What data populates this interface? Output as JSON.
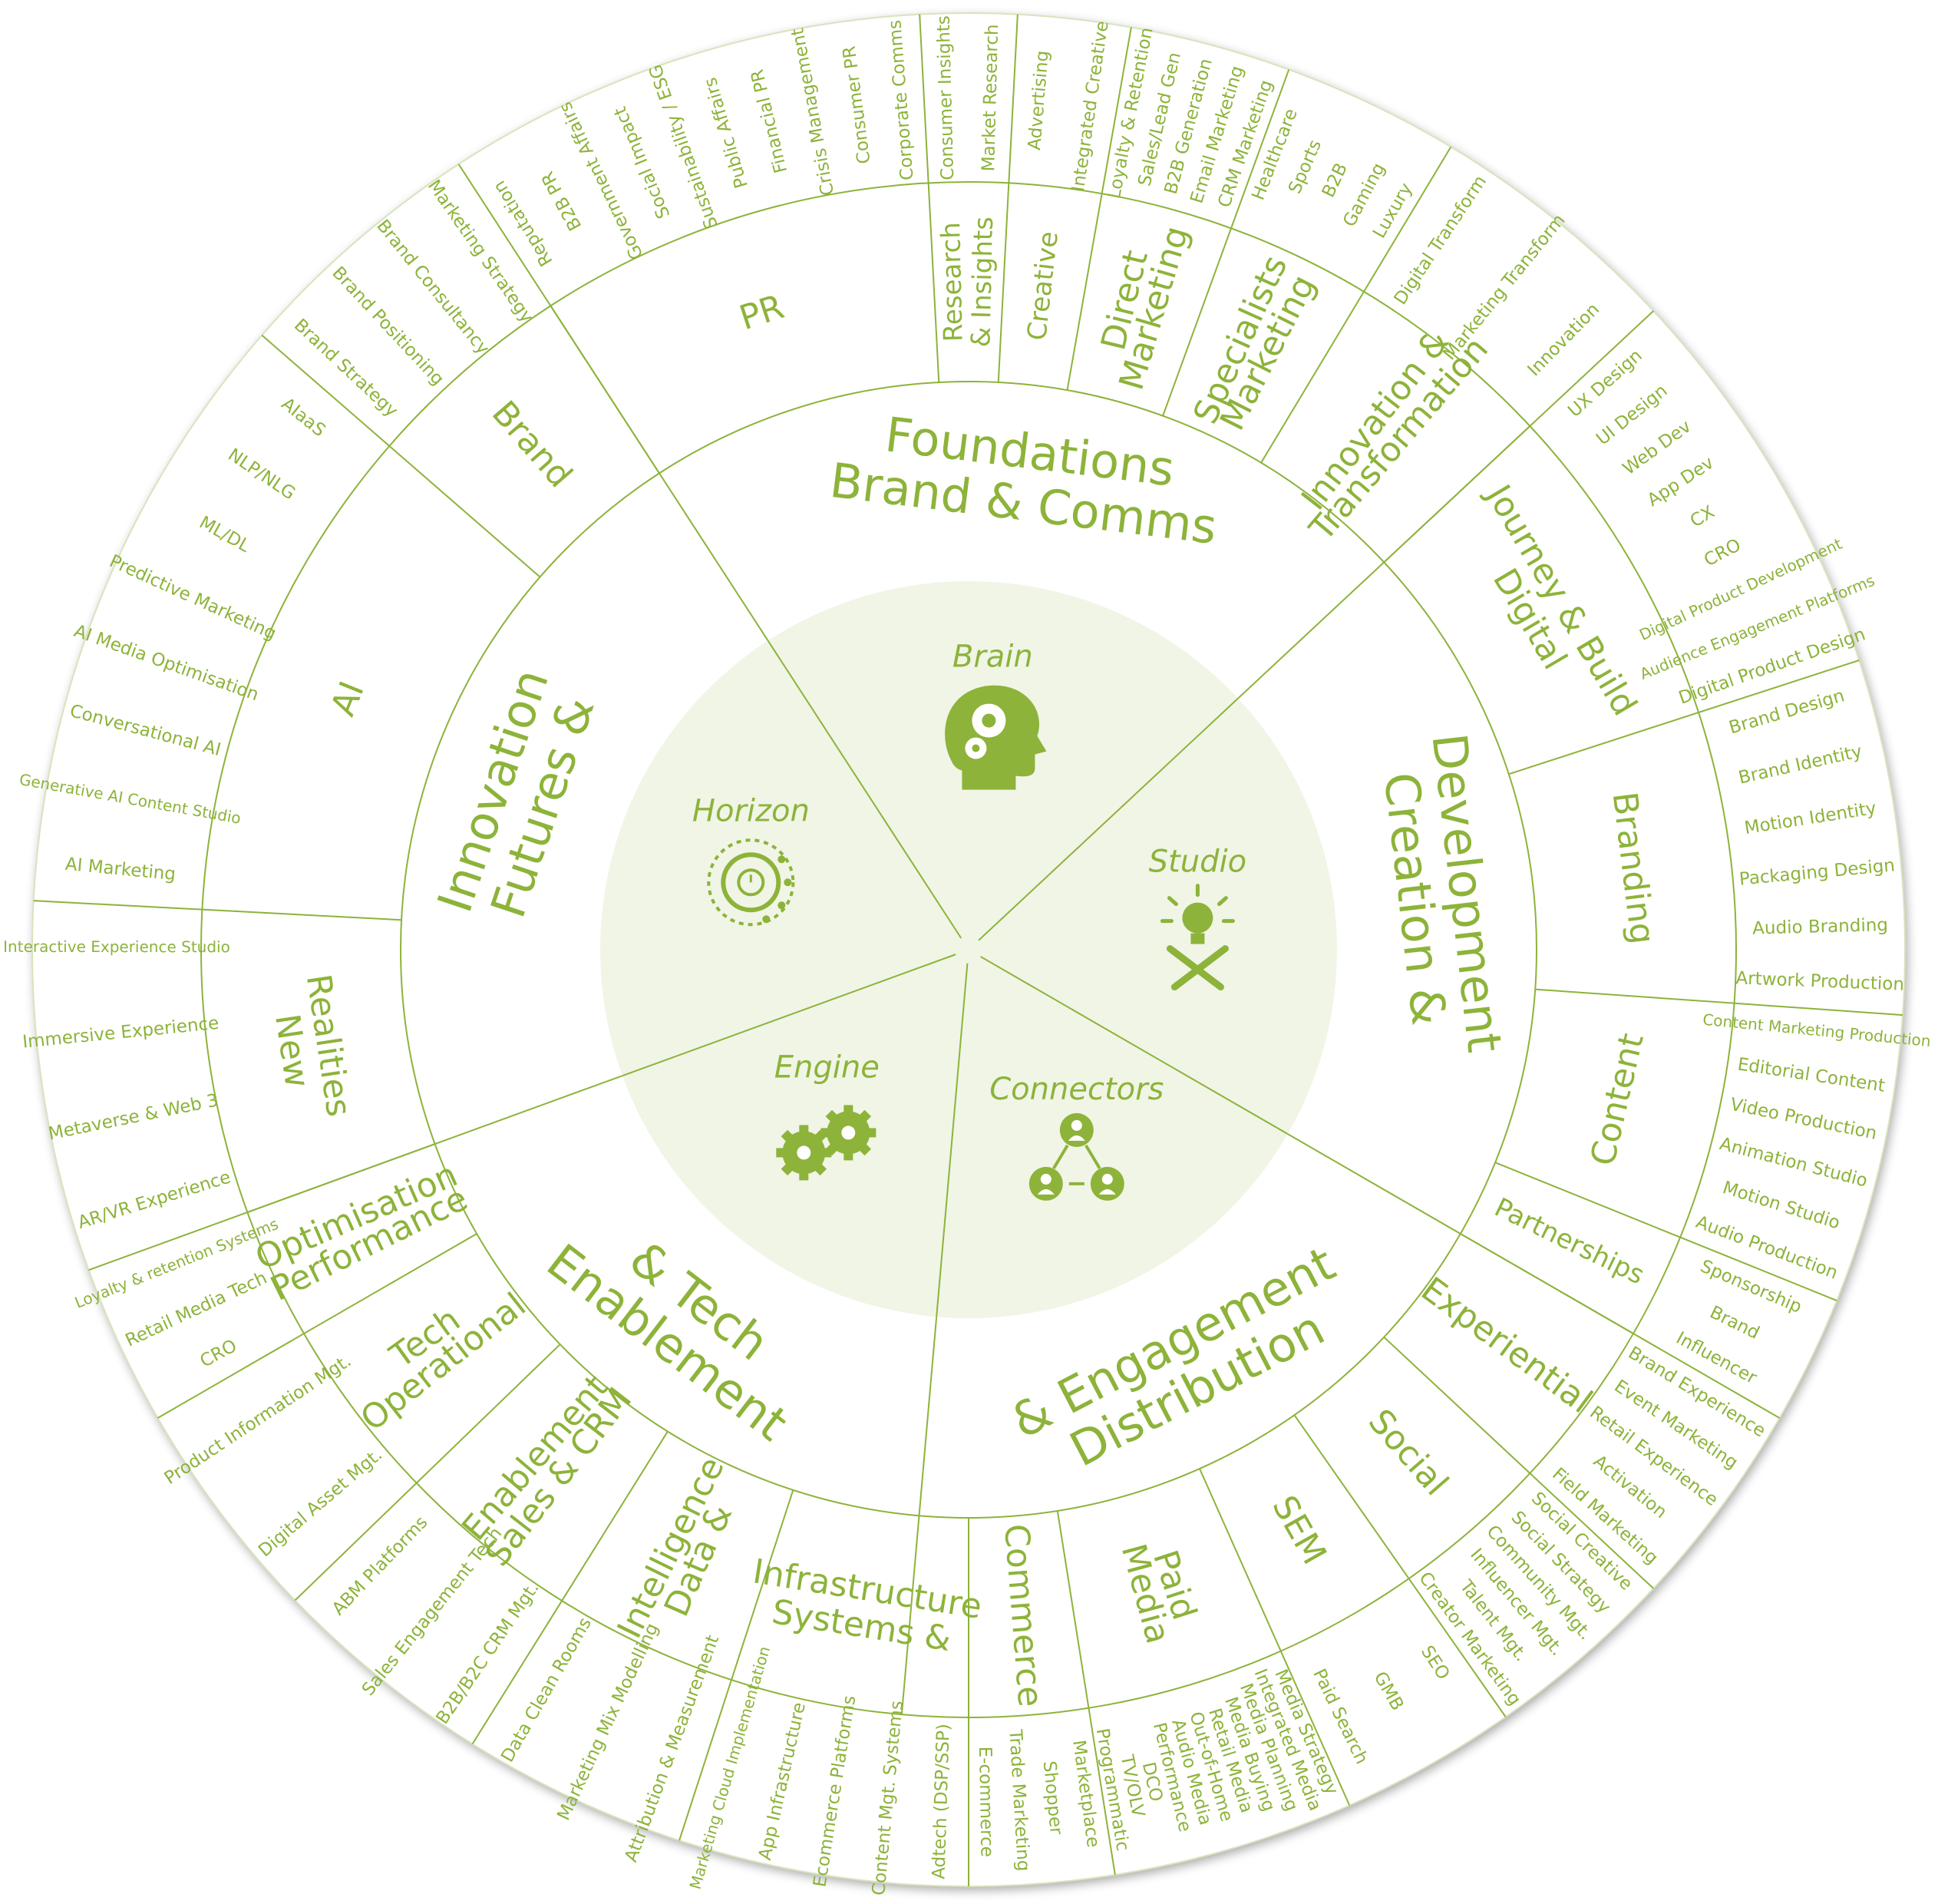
{
  "colors": {
    "accent": "#8db33a",
    "fill_center": "#f0f5e6",
    "line": "#8db33a",
    "paper": "#ffffff"
  },
  "core": [
    {
      "label": "Brain",
      "icon": "brain-gears-icon"
    },
    {
      "label": "Studio",
      "icon": "lightbulb-tools-icon"
    },
    {
      "label": "Connectors",
      "icon": "people-network-icon"
    },
    {
      "label": "Engine",
      "icon": "double-gear-icon"
    },
    {
      "label": "Horizon",
      "icon": "gear-circuit-icon"
    }
  ],
  "pillars": [
    {
      "label": "Brand & Comms Foundations"
    },
    {
      "label": "Creation & Development"
    },
    {
      "label": "Distribution & Engagement"
    },
    {
      "label": "Enablement & Tech"
    },
    {
      "label": "Futures & Innovation"
    }
  ],
  "categories": [
    {
      "label": "PR",
      "items": [
        "Reputation",
        "B2B PR",
        "Government Affairs",
        "Social Impact",
        "Sustainability / ESG",
        "Public Affairs",
        "Financial PR",
        "Crisis Management",
        "Consumer PR",
        "Corporate Comms"
      ]
    },
    {
      "label": "Research & Insights",
      "items": [
        "Consumer Insights",
        "Market Research"
      ]
    },
    {
      "label": "Creative",
      "items": [
        "Advertising",
        "Integrated Creative"
      ]
    },
    {
      "label": "Direct Marketing",
      "items": [
        "Loyalty & Retention",
        "Sales/Lead Gen",
        "B2B Generation",
        "Email Marketing",
        "CRM Marketing"
      ]
    },
    {
      "label": "Specialists Marketing",
      "items": [
        "Healthcare",
        "Sports",
        "B2B",
        "Gaming",
        "Luxury"
      ]
    },
    {
      "label": "Innovation & Transformation",
      "items": [
        "Digital Transform",
        "Marketing Transform",
        "Innovation"
      ]
    },
    {
      "label": "Digital Journey & Build",
      "items": [
        "UX Design",
        "UI Design",
        "Web Dev",
        "App Dev",
        "CX",
        "CRO",
        "Digital Product Development",
        "Audience Engagement Platforms",
        "Digital Product Design"
      ]
    },
    {
      "label": "Branding",
      "items": [
        "Brand Design",
        "Brand Identity",
        "Motion Identity",
        "Packaging Design",
        "Audio Branding",
        "Artwork Production"
      ]
    },
    {
      "label": "Content",
      "items": [
        "Content Marketing Production",
        "Editorial Content",
        "Video Production",
        "Animation Studio",
        "Motion Studio",
        "Audio Production"
      ]
    },
    {
      "label": "Partnerships",
      "items": [
        "Sponsorship",
        "Brand",
        "Influencer"
      ]
    },
    {
      "label": "Experiential",
      "items": [
        "Brand Experience",
        "Event Marketing",
        "Retail Experience",
        "Activation",
        "Field Marketing"
      ]
    },
    {
      "label": "Social",
      "items": [
        "Social Creative",
        "Social Strategy",
        "Community Mgt.",
        "Influencer Mgt.",
        "Talent Mgt.",
        "Creator Marketing"
      ]
    },
    {
      "label": "SEM",
      "items": [
        "SEO",
        "GMB",
        "Paid Search"
      ]
    },
    {
      "label": "Paid Media",
      "items": [
        "Media Strategy",
        "Integrated Media",
        "Media Planning",
        "Media Buying",
        "Retail Media",
        "Out-of-Home",
        "Audio Media",
        "Performance",
        "DCO",
        "TV/OLV",
        "Programmatic"
      ]
    },
    {
      "label": "Commerce",
      "items": [
        "Marketplace",
        "Shopper",
        "Trade Marketing",
        "E-commerce"
      ]
    },
    {
      "label": "Systems & Infrastructure",
      "items": [
        "Adtech (DSP/SSP)",
        "Content Mgt. Systems",
        "Ecommerce Platforms",
        "App Infrastructure",
        "Marketing Cloud Implementation"
      ]
    },
    {
      "label": "Data & Intelligence",
      "items": [
        "Attribution & Measurement",
        "Marketing Mix Modelling",
        "Data Clean Rooms"
      ]
    },
    {
      "label": "Sales & CRM Enablement",
      "items": [
        "B2B/B2C CRM Mgt.",
        "Sales Engagement Tech",
        "ABM Platforms"
      ]
    },
    {
      "label": "Operational Tech",
      "items": [
        "Digital Asset Mgt.",
        "Product Information Mgt."
      ]
    },
    {
      "label": "Performance Optimisation",
      "items": [
        "CRO",
        "Retail Media Tech",
        "Loyalty & retention Systems"
      ]
    },
    {
      "label": "New Realities",
      "items": [
        "AR/VR Experience",
        "Metaverse & Web 3",
        "Immersive Experience",
        "Interactive Experience Studio"
      ]
    },
    {
      "label": "AI",
      "items": [
        "AI Marketing",
        "Generative AI Content Studio",
        "Conversational AI",
        "AI Media Optimisation",
        "Predictive Marketing",
        "ML/DL",
        "NLP/NLG",
        "AIaaS"
      ]
    },
    {
      "label": "Brand",
      "items": [
        "Brand Strategy",
        "Brand Positioning",
        "Brand Consultancy",
        "Marketing Strategy"
      ]
    }
  ]
}
